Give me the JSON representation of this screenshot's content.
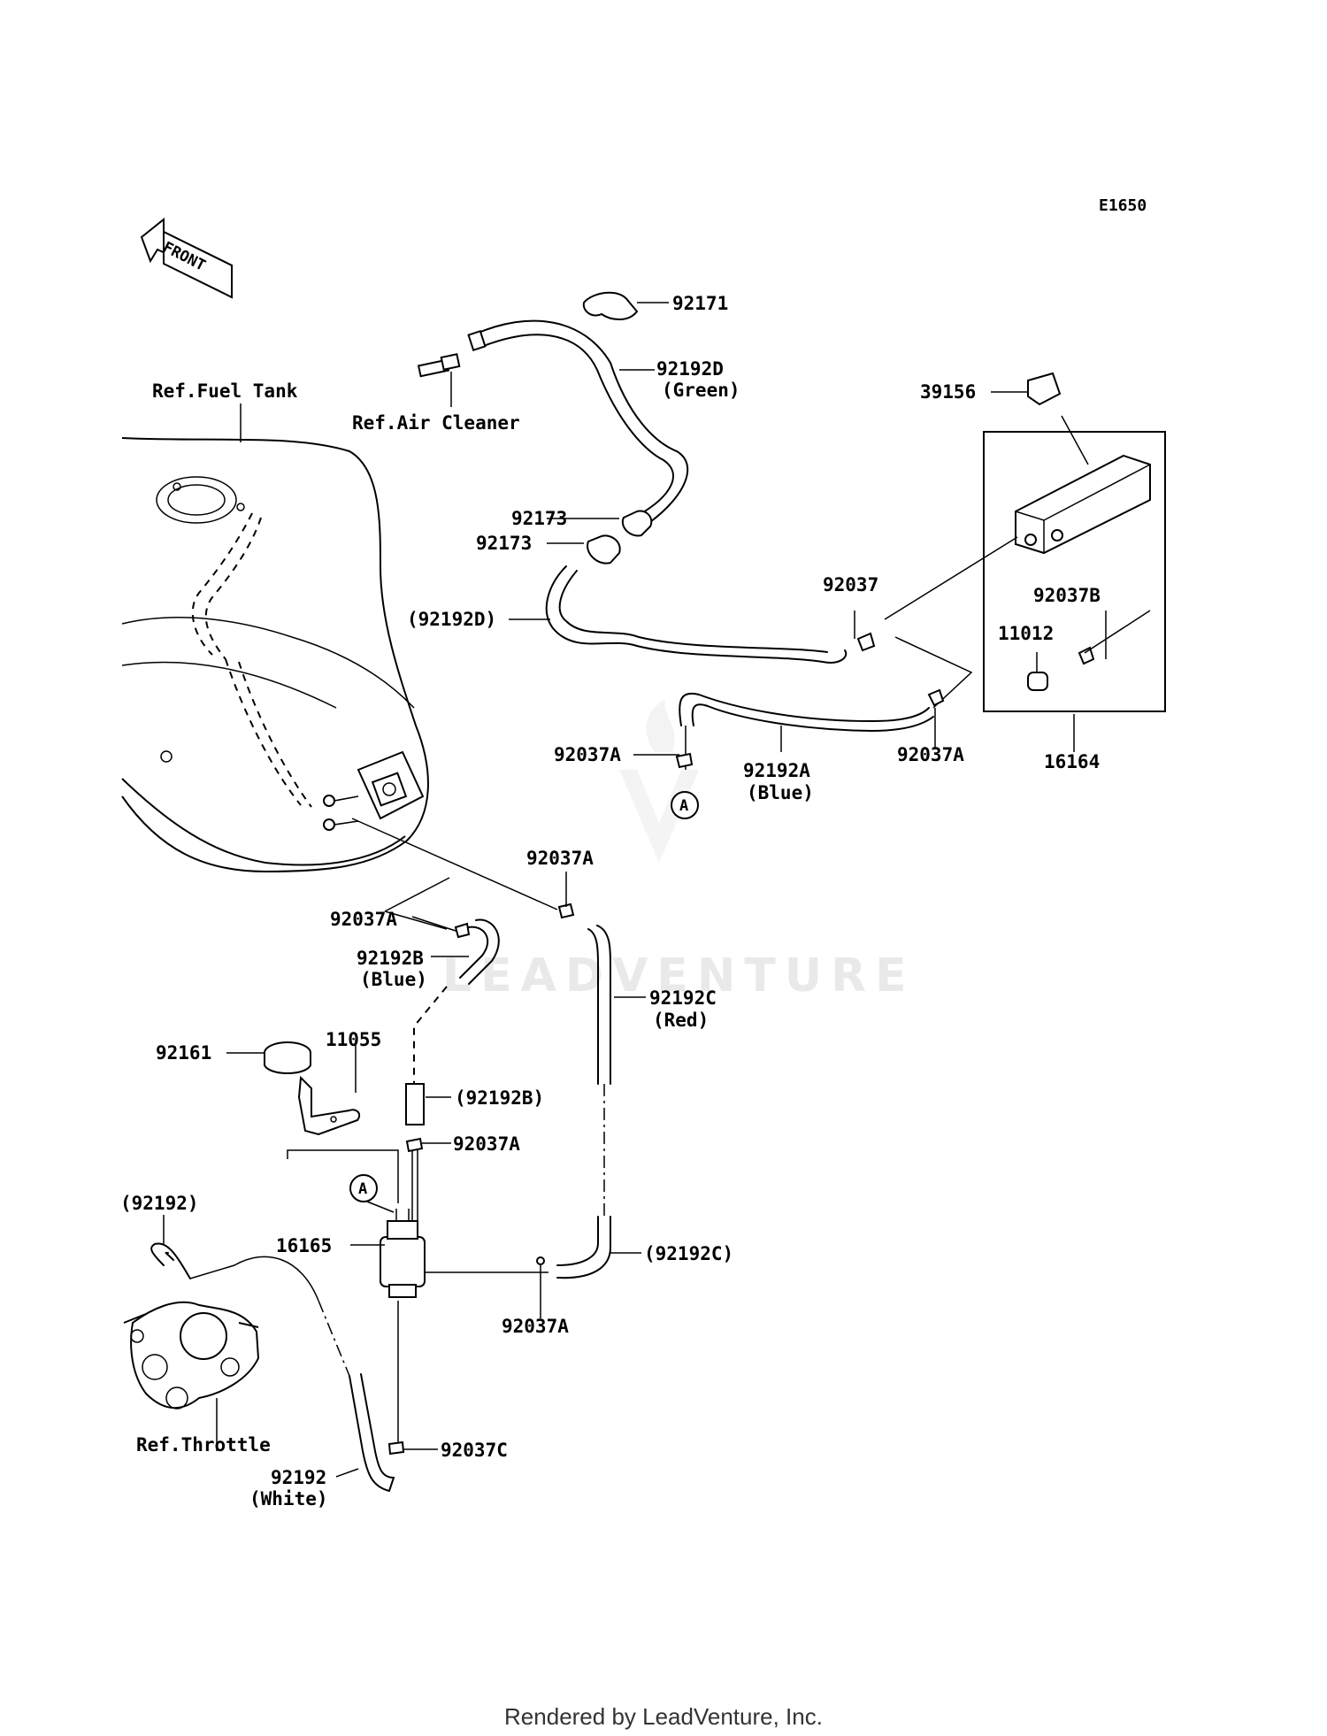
{
  "diagram_code": "E1650",
  "front_label": "FRONT",
  "references": {
    "fuel_tank": "Ref.Fuel Tank",
    "air_cleaner": "Ref.Air Cleaner",
    "throttle": "Ref.Throttle"
  },
  "connector_marker": "A",
  "parts": {
    "p92171": "92171",
    "p92192D": "92192D",
    "p92192D_color": "(Green)",
    "p39156": "39156",
    "p92173_a": "92173",
    "p92173_b": "92173",
    "p92192D_ref": "(92192D)",
    "p92037": "92037",
    "p92037B": "92037B",
    "p11012": "11012",
    "p92037A_1": "92037A",
    "p92192A": "92192A",
    "p92192A_color": "(Blue)",
    "p92037A_2": "92037A",
    "p16164": "16164",
    "p92037A_3": "92037A",
    "p92037A_4": "92037A",
    "p92192B": "92192B",
    "p92192B_color": "(Blue)",
    "p92192C": "92192C",
    "p92192C_color": "(Red)",
    "p92161": "92161",
    "p11055": "11055",
    "p92192B_ref": "(92192B)",
    "p92037A_5": "92037A",
    "p92192_ref": "(92192)",
    "p16165": "16165",
    "p92192C_ref": "(92192C)",
    "p92037A_6": "92037A",
    "p92037C": "92037C",
    "p92192": "92192",
    "p92192_color": "(White)"
  },
  "watermark": "LEADVENTURE",
  "footer": "Rendered by LeadVenture, Inc."
}
